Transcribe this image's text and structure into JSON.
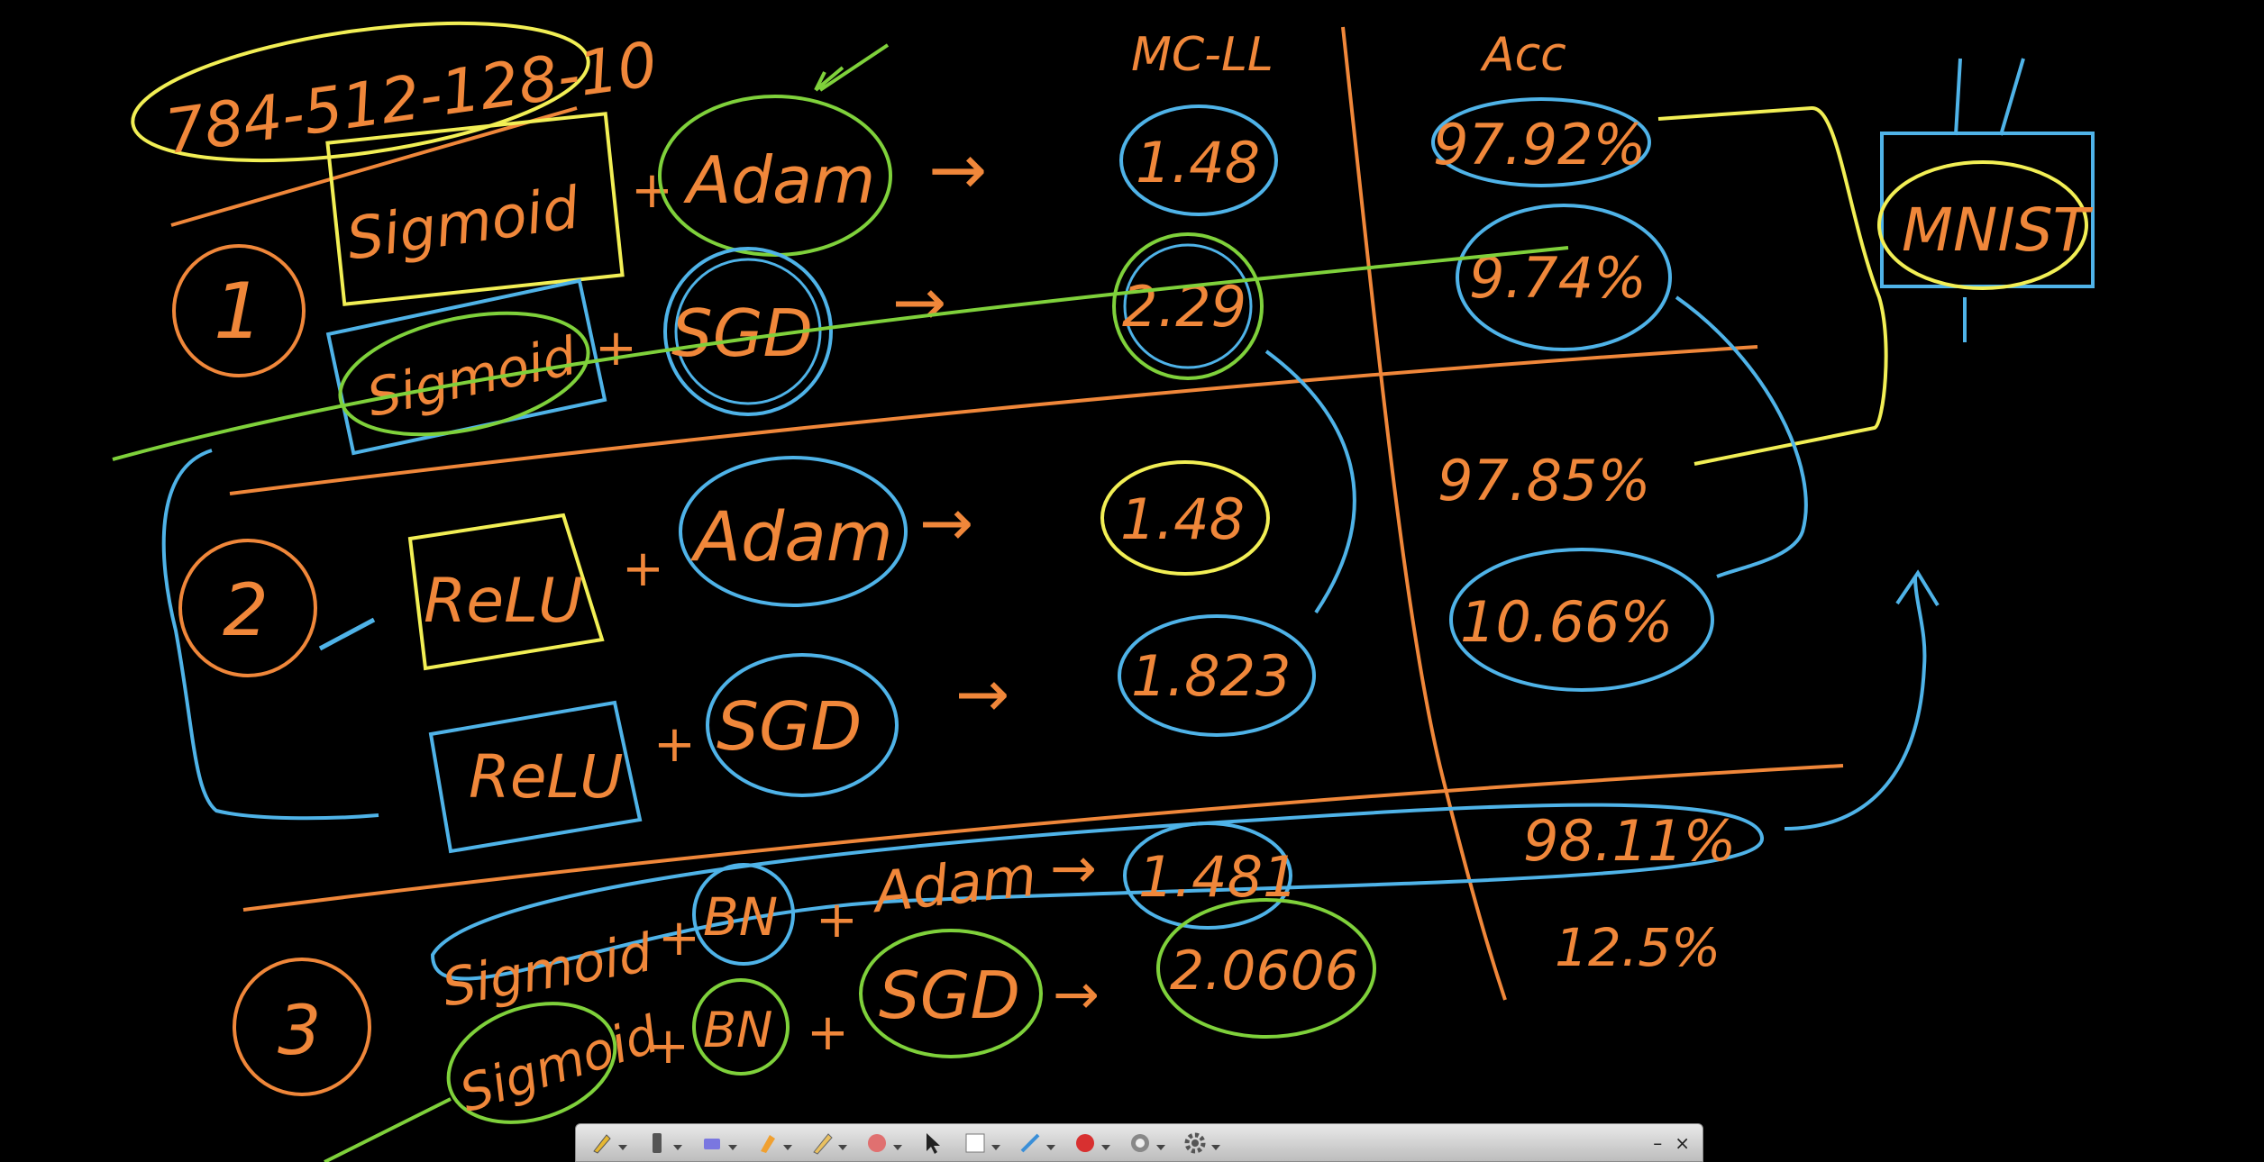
{
  "whiteboard": {
    "architecture": "784-512-128-10",
    "headers": {
      "loss": "MC-LL",
      "accuracy": "Acc"
    },
    "dataset": "MNIST",
    "group_numbers": [
      "1",
      "2",
      "3"
    ],
    "plus": "+",
    "arrow": "→",
    "experiments": [
      {
        "group": "1",
        "activation": "Sigmoid",
        "optimizer": "Adam",
        "loss": "1.48",
        "accuracy": "97.92%"
      },
      {
        "group": "1",
        "activation": "Sigmoid",
        "optimizer": "SGD",
        "loss": "2.29",
        "accuracy": "9.74%"
      },
      {
        "group": "2",
        "activation": "ReLU",
        "optimizer": "Adam",
        "loss": "1.48",
        "accuracy": "97.85%"
      },
      {
        "group": "2",
        "activation": "ReLU",
        "optimizer": "SGD",
        "loss": "1.823",
        "accuracy": "10.66%"
      },
      {
        "group": "3",
        "activation": "Sigmoid",
        "normalization": "BN",
        "optimizer": "Adam",
        "loss": "1.481",
        "accuracy": "98.11%"
      },
      {
        "group": "3",
        "activation": "Sigmoid",
        "normalization": "BN",
        "optimizer": "SGD",
        "loss": "2.0606",
        "accuracy": "12.5%"
      }
    ],
    "colors": {
      "background": "#000000",
      "orange": "#f0873a",
      "yellow": "#f2ef55",
      "green": "#7fd13b",
      "blue": "#4fb3e8"
    }
  },
  "toolbar": {
    "tools": [
      "pen-icon",
      "marker-icon",
      "eraser-icon",
      "highlighter-icon",
      "pencil-icon",
      "shape-icon",
      "pointer-icon",
      "color-icon",
      "line-icon",
      "record-icon",
      "camera-icon",
      "settings-icon"
    ],
    "minimize": "–",
    "close": "×"
  }
}
